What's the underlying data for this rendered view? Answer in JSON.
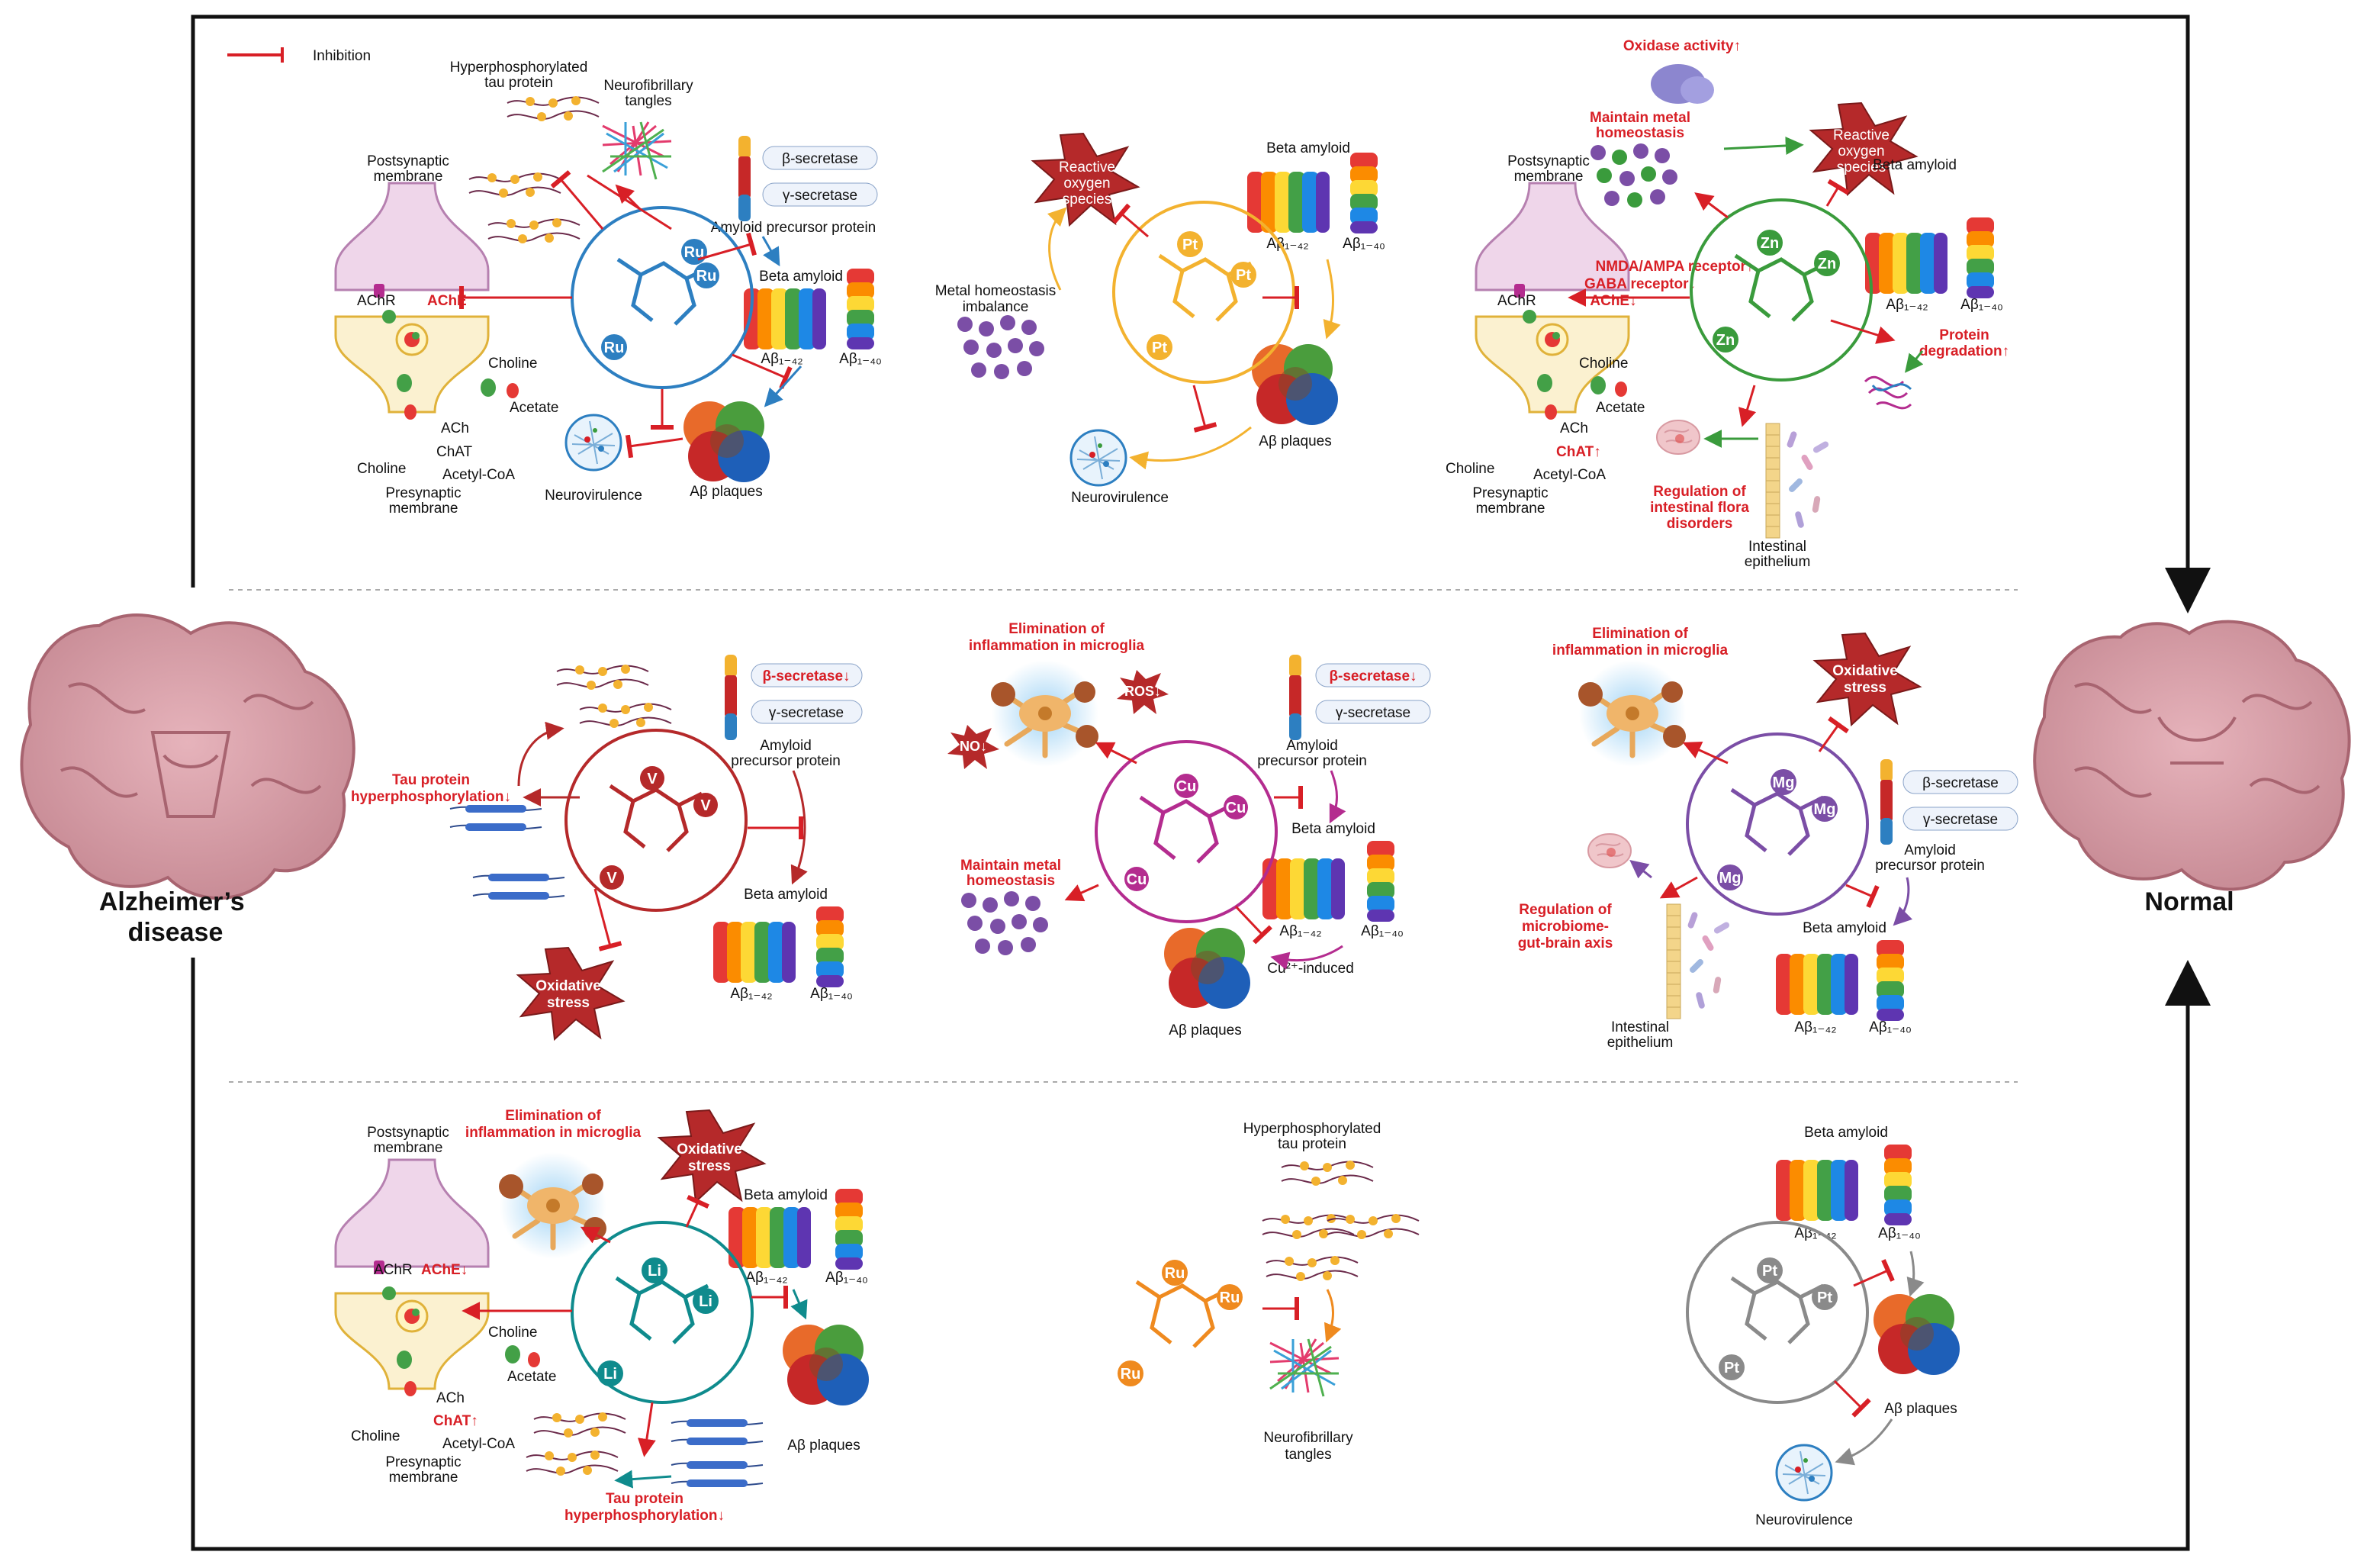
{
  "legend": {
    "inhibition": "Inhibition"
  },
  "brains": {
    "left_label": [
      "Alzheimer’s",
      "disease"
    ],
    "right_label": "Normal"
  },
  "colors": {
    "red": "#d81f26",
    "Ru": "#2d7fc1",
    "Pt": "#f3b22f",
    "Zn": "#3a9b3c",
    "V": "#b5292a",
    "Cu": "#b42c8f",
    "Mg": "#7b4ea6",
    "Li": "#0f8b8d",
    "Ru2": "#ef8a1f",
    "Pt2": "#8a8a8a"
  },
  "metals": [
    {
      "id": "ru",
      "symbol": "Ru",
      "color": "#2d7fc1"
    },
    {
      "id": "pt",
      "symbol": "Pt",
      "color": "#f3b22f"
    },
    {
      "id": "zn",
      "symbol": "Zn",
      "color": "#3a9b3c"
    },
    {
      "id": "v",
      "symbol": "V",
      "color": "#b5292a"
    },
    {
      "id": "cu",
      "symbol": "Cu",
      "color": "#b42c8f"
    },
    {
      "id": "mg",
      "symbol": "Mg",
      "color": "#7b4ea6"
    },
    {
      "id": "li",
      "symbol": "Li",
      "color": "#0f8b8d"
    },
    {
      "id": "ru2",
      "symbol": "Ru",
      "color": "#ef8a1f"
    },
    {
      "id": "pt2",
      "symbol": "Pt",
      "color": "#8a8a8a"
    }
  ],
  "labels": {
    "postsynaptic": [
      "Postsynaptic",
      "membrane"
    ],
    "presynaptic": [
      "Presynaptic",
      "membrane"
    ],
    "achr": "AChR",
    "ache": "AChE",
    "ache_down": "AChE↓",
    "choline": "Choline",
    "acetate": "Acetate",
    "ach": "ACh",
    "chat": "ChAT",
    "chat_up": "ChAT↑",
    "acetyl_coa": "Acetyl-CoA",
    "hyper_tau": [
      "Hyperphosphorylated",
      "tau protein"
    ],
    "nft": [
      "Neurofibrillary",
      "tangles"
    ],
    "beta_secretase": "β-secretase",
    "beta_secretase_down": "β-secretase↓",
    "gamma_secretase": "γ-secretase",
    "app_one": "Amyloid precursor protein",
    "app": [
      "Amyloid",
      "precursor protein"
    ],
    "beta_amyloid": "Beta amyloid",
    "ab42": "Aβ₁₋₄₂",
    "ab40": "Aβ₁₋₄₀",
    "plaques": "Aβ plaques",
    "neurovirulence": "Neurovirulence",
    "ros": [
      "Reactive",
      "oxygen",
      "species"
    ],
    "metal_imbalance": [
      "Metal homeostasis",
      "imbalance"
    ],
    "oxidase": "Oxidase activity↑",
    "maintain_metal": [
      "Maintain metal",
      "homeostasis"
    ],
    "nmda": "NMDA/AMPA receptor↑",
    "gaba": "GABA receptor↓",
    "protein_deg": [
      "Protein",
      "degradation↑"
    ],
    "intestinal_flora": [
      "Regulation of",
      "intestinal flora",
      "disorders"
    ],
    "intestinal_epi": [
      "Intestinal",
      "epithelium"
    ],
    "tau_hyper_down": [
      "Tau protein",
      "hyperphosphorylation↓"
    ],
    "oxidative": [
      "Oxidative",
      "stress"
    ],
    "elim_inflam": [
      "Elimination of",
      "inflammation in microglia"
    ],
    "ros_down": "ROS↓",
    "no_down": "NO↓",
    "cu_induced": "Cu²⁺-induced",
    "microbiome": [
      "Regulation of",
      "microbiome-",
      "gut-brain axis"
    ]
  }
}
